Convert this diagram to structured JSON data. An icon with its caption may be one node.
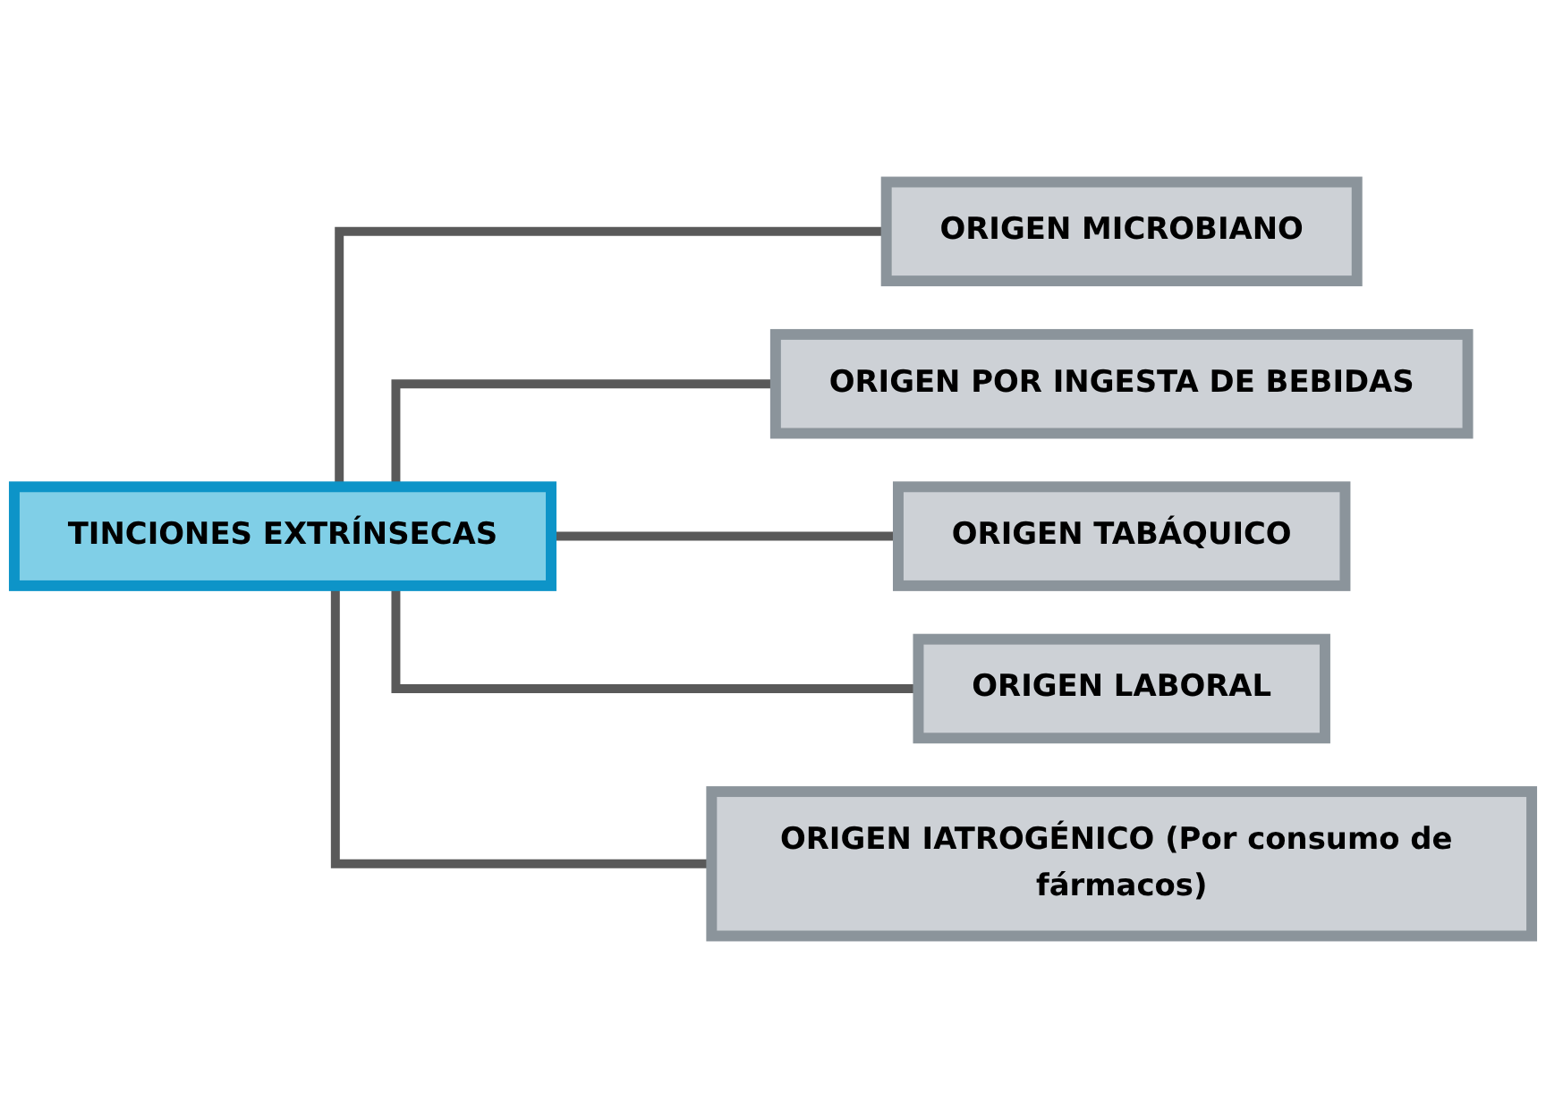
{
  "diagram": {
    "nodes": [
      {
        "text": [
          "TINCIONES EXTRÍNSECAS"
        ]
      },
      {
        "text": [
          "ORIGEN MICROBIANO"
        ]
      },
      {
        "text": [
          "ORIGEN POR INGESTA DE BEBIDAS"
        ]
      },
      {
        "text": [
          "ORIGEN TABÁQUICO"
        ]
      },
      {
        "text": [
          "ORIGEN LABORAL"
        ]
      },
      {
        "text": [
          "ORIGEN IATROGÉNICO (Por consumo de fármacos)"
        ]
      }
    ],
    "edges": [
      {
        "from": 0,
        "to": 1,
        "arrow": "none"
      },
      {
        "from": 0,
        "to": 2,
        "arrow": "none"
      },
      {
        "from": 0,
        "to": 3,
        "arrow": "none"
      },
      {
        "from": 0,
        "to": 4,
        "arrow": "none"
      },
      {
        "from": 0,
        "to": 5,
        "arrow": "none"
      }
    ]
  }
}
